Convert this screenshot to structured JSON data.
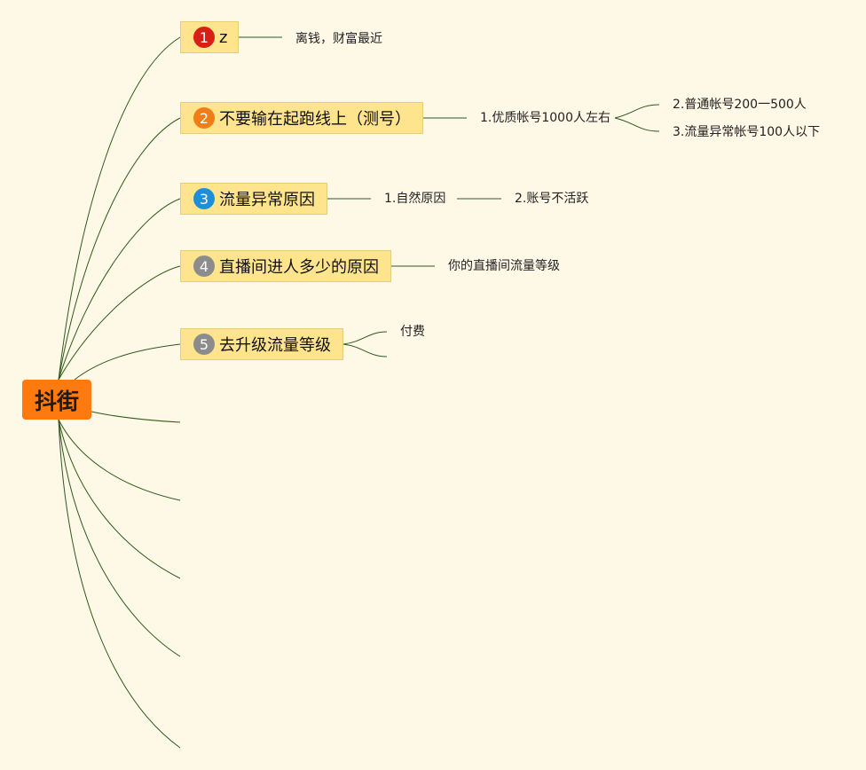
{
  "colors": {
    "background": "#fef8e6",
    "root_fill": "#ff7a0e",
    "topic_fill": "#ffe48e",
    "connector": "#2f5a1c",
    "badge_1": "#d81f16",
    "badge_2": "#f07d16",
    "badge_3": "#1e8fd6",
    "badge_4": "#8c8c8c",
    "badge_5": "#8c8c8c"
  },
  "root": {
    "label": "抖街"
  },
  "topics": [
    {
      "number": "1",
      "label": "z",
      "badge_color": "#d81f16",
      "badge_icon": "number-1-icon"
    },
    {
      "number": "2",
      "label": "不要输在起跑线上（测号）",
      "badge_color": "#f07d16",
      "badge_icon": "number-2-icon"
    },
    {
      "number": "3",
      "label": "流量异常原因",
      "badge_color": "#1e8fd6",
      "badge_icon": "number-3-icon"
    },
    {
      "number": "4",
      "label": "直播间进人多少的原因",
      "badge_color": "#8c8c8c",
      "badge_icon": "number-4-icon"
    },
    {
      "number": "5",
      "label": "去升级流量等级",
      "badge_color": "#8c8c8c",
      "badge_icon": "number-5-icon"
    }
  ],
  "leaves": {
    "t1_a": "离钱，财富最近",
    "t2_a": "1.优质帐号1000人左右",
    "t2_b": "2.普通帐号200一500人",
    "t2_c": "3.流量异常帐号100人以下",
    "t3_a": "1.自然原因",
    "t3_b": "2.账号不活跃",
    "t4_a": "你的直播间流量等级",
    "t5_a": "付费",
    "t5_b": ""
  },
  "empty_branches": 5
}
